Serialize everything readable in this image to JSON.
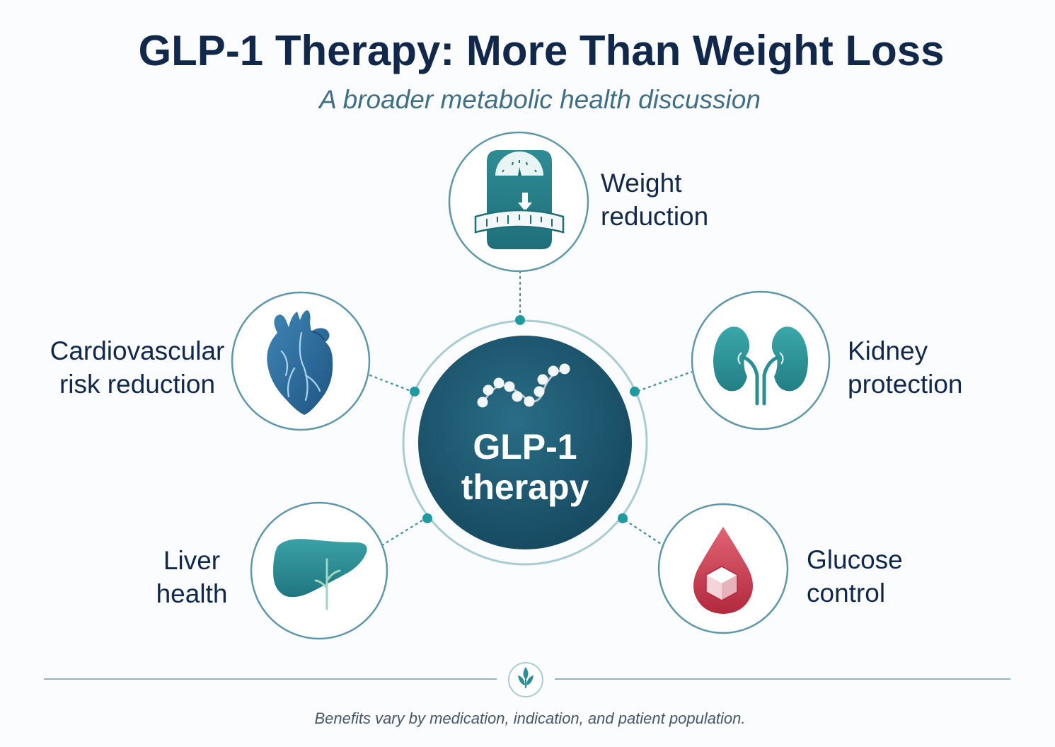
{
  "title": "GLP-1 Therapy: More Than Weight Loss",
  "subtitle": "A broader metabolic health discussion",
  "center": {
    "line1": "GLP-1",
    "line2": "therapy"
  },
  "benefits": [
    {
      "id": "weight",
      "icon": "scale-icon",
      "line1": "Weight",
      "line2": "reduction"
    },
    {
      "id": "cardio",
      "icon": "heart-icon",
      "line1": "Cardiovascular",
      "line2": "risk reduction"
    },
    {
      "id": "kidney",
      "icon": "kidneys-icon",
      "line1": "Kidney",
      "line2": "protection"
    },
    {
      "id": "liver",
      "icon": "liver-icon",
      "line1": "Liver",
      "line2": "health"
    },
    {
      "id": "glucose",
      "icon": "blood-drop-icon",
      "line1": "Glucose",
      "line2": "control"
    }
  ],
  "footer": {
    "icon": "leaf-icon",
    "note": "Benefits vary by medication, indication, and patient population."
  },
  "colors": {
    "navy": "#12284a",
    "teal_dark": "#1d5c74",
    "teal": "#2a8e96",
    "accent_dot": "#1e9aa0",
    "circle_border": "#5f97aa",
    "subtitle": "#3f6f86",
    "drop_red": "#c73a4d",
    "heart_blue": "#2f6b9a"
  }
}
